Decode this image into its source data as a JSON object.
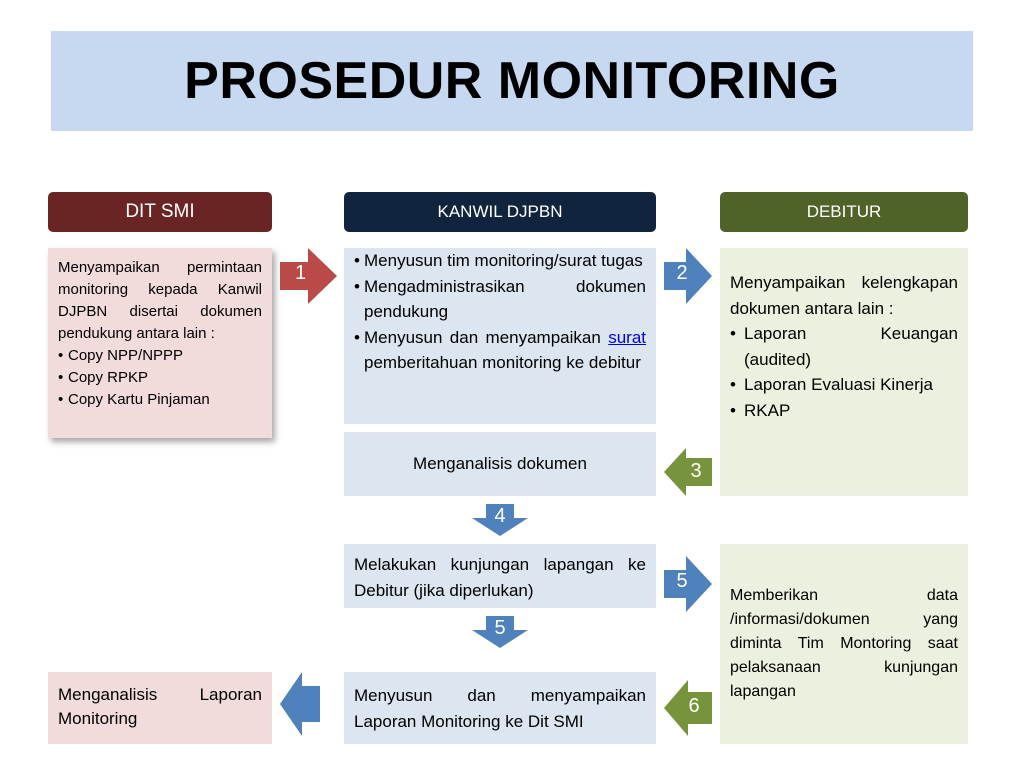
{
  "title": "PROSEDUR MONITORING",
  "headers": {
    "dit_smi": "DIT SMI",
    "kanwil": "KANWIL DJPBN",
    "debitur": "DEBITUR"
  },
  "dit_smi_box": {
    "intro": "Menyampaikan permintaan monitoring kepada Kanwil DJPBN disertai dokumen pendukung  antara lain :",
    "items": [
      "Copy NPP/NPPP",
      "Copy RPKP",
      "Copy Kartu Pinjaman"
    ]
  },
  "kanwil_box_1": {
    "item_1": "Menyusun tim monitoring/surat tugas",
    "item_2": "Mengadministrasikan dokumen pendukung",
    "item_3_pre": "Menyusun dan menyampaikan",
    "item_3_link": "surat",
    "item_3_post": "pemberitahuan monitoring  ke  debitur"
  },
  "kanwil_box_2": "Menganalisis dokumen",
  "kanwil_box_3": "Melakukan kunjungan lapangan ke Debitur  (jika diperlukan)",
  "kanwil_box_4": "Menyusun dan menyampaikan Laporan Monitoring ke Dit SMI",
  "dit_smi_box_2": "Menganalisis Laporan Monitoring",
  "debitur_box_1": {
    "intro": "Menyampaikan kelengkapan dokumen antara lain :",
    "items": [
      "Laporan Keuangan (audited)",
      "Laporan Evaluasi Kinerja",
      "RKAP"
    ]
  },
  "debitur_box_2": "Memberikan data /informasi/dokumen yang diminta Tim Montoring saat pelaksanaan kunjungan lapangan",
  "steps": {
    "s1": "1",
    "s2": "2",
    "s3": "3",
    "s4": "4",
    "s5a": "5",
    "s5b": "5",
    "s6": "6"
  },
  "colors": {
    "title_bg": "#c6d9f1",
    "dit_smi": "#6b2424",
    "kanwil": "#10243e",
    "debitur": "#4f6228",
    "arrow_red": "#b94a48",
    "arrow_blue": "#4f81bd",
    "arrow_green": "#77933c"
  }
}
